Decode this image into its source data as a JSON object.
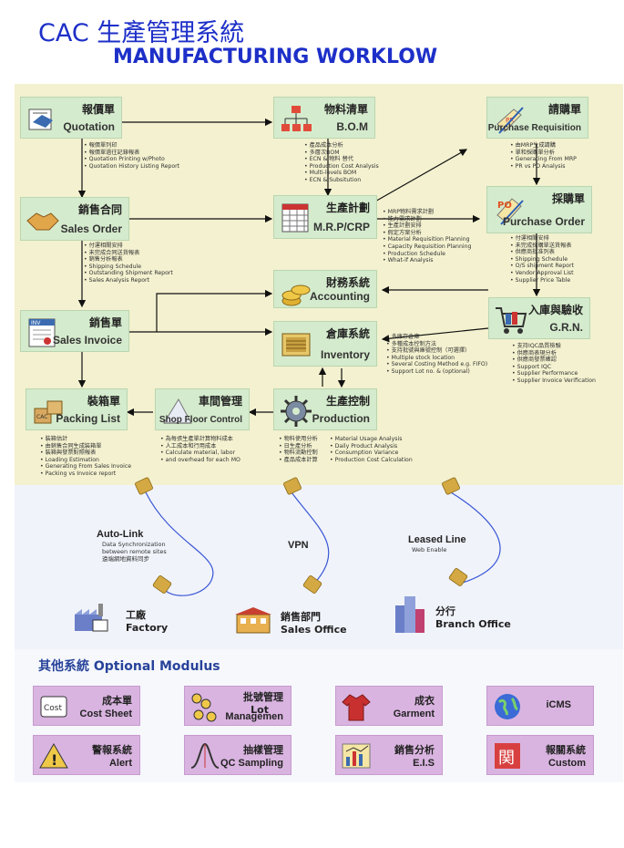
{
  "header": {
    "title_zh": "CAC 生產管理系統",
    "title_en": "MANUFACTURING WORKLOW"
  },
  "modules": {
    "quotation": {
      "zh": "報價單",
      "en": "Quotation",
      "notes": [
        "報價單列印",
        "報價單過往記錄報表",
        "Quotation Printing w/Photo",
        "Quotation History Listing Report"
      ]
    },
    "bom": {
      "zh": "物料清單",
      "en": "B.O.M",
      "notes": [
        "產品成本分析",
        "多層次BOM",
        "ECN & 物料 替代",
        "Production Cost Analysis",
        "Multi-levels BOM",
        "ECN & Subsitution"
      ]
    },
    "purchase_requisition": {
      "zh": "請購單",
      "en": "Purchase Requisition",
      "notes": [
        "由MRP生成請購",
        "單和採購單分析",
        "Generating From MRP",
        "PR vs PO Analysis"
      ]
    },
    "sales_order": {
      "zh": "銷售合同",
      "en": "Sales Order",
      "notes": [
        "付運相關安排",
        "未完成合同送貨報表",
        "銷售分析報表",
        "Shipping Schedule",
        "Outstanding Shipment Report",
        "Sales Analysis Report"
      ]
    },
    "mrp": {
      "zh": "生產計劃",
      "en": "M.R.P/CRP",
      "notes": [
        "MRP物料需求計劃",
        "能力需求計劃",
        "生產計劃安排",
        "假定方案分析",
        "Material Requisition Planning",
        "Capacity Requisition Planning",
        "Production Schedule",
        "What-if Analysis"
      ]
    },
    "purchase_order": {
      "zh": "採購單",
      "en": "Purchase Order",
      "notes": [
        "付運相關安排",
        "未完成採購單送貨報表",
        "供應商批准列表",
        "Shipping Schedule",
        "O/S shipment Report",
        "Vendor Approval List",
        "Supplier Price Table"
      ]
    },
    "accounting": {
      "zh": "財務系統",
      "en": "Accounting"
    },
    "sales_invoice": {
      "zh": "銷售單",
      "en": "Sales Invoice"
    },
    "inventory": {
      "zh": "倉庫系統",
      "en": "Inventory",
      "notes": [
        "多庫存倉庫",
        "多種成本控制方法",
        "支持批號與庫號控制（可選擇）",
        "Multiple stock location",
        "Several Costing Method e.g. FIFO)",
        "Support Lot no. & (optional)"
      ]
    },
    "grn": {
      "zh": "入庫與驗收",
      "en": "G.R.N.",
      "notes": [
        "支持IQC品質檢驗",
        "供應商表現分析",
        "供應商發票確認",
        "Support IQC",
        "Supplier Performance",
        "Supplier Invoice Verification"
      ]
    },
    "packing_list": {
      "zh": "裝箱單",
      "en": "Packing List",
      "notes": [
        "裝箱估計",
        "由銷售合同生成裝箱單",
        "裝箱與發票對照報表",
        "Loading Estimation",
        "Generating From Sales Invoice",
        "Packing vs Invoice report"
      ]
    },
    "shop_floor": {
      "zh": "車間管理",
      "en": "Shop Floor Control",
      "notes": [
        "為每張生產單計算物料成本",
        "人工成本和行用成本",
        "Calculate material, labor",
        "and overhead for each MO"
      ]
    },
    "production": {
      "zh": "生產控制",
      "en": "Production",
      "notes_zh": [
        "物料使用分析",
        "日生產分析",
        "物料流動控制",
        "產品成本計算"
      ],
      "notes_en": [
        "Material Usage Analysis",
        "Daily Product Analysis",
        "Consumption Variance",
        "Production Cost Calculation"
      ]
    }
  },
  "network": {
    "autolink": {
      "label": "Auto-Link",
      "notes": [
        "Data Synchronization",
        "between remote sites",
        "遠端網地資料同步"
      ]
    },
    "vpn": {
      "label": "VPN"
    },
    "leased": {
      "label": "Leased Line",
      "notes": [
        "Web Enable"
      ]
    },
    "factory": {
      "zh": "工廠",
      "en": "Factory"
    },
    "sales_office": {
      "zh": "銷售部門",
      "en": "Sales Office"
    },
    "branch": {
      "zh": "分行",
      "en": "Branch Office"
    }
  },
  "optional": {
    "title": "其他系統  Optional Modulus",
    "items": [
      {
        "zh": "成本單",
        "en": "Cost Sheet",
        "icon": "cost-icon"
      },
      {
        "zh": "批號管理",
        "zh2": "Lot",
        "en": "Managemen",
        "icon": "lot-icon"
      },
      {
        "zh": "成衣",
        "en": "Garment",
        "icon": "garment-icon"
      },
      {
        "zh": "",
        "en": "iCMS",
        "icon": "globe-icon"
      },
      {
        "zh": "警報系統",
        "en": "Alert",
        "icon": "alert-icon"
      },
      {
        "zh": "抽樣管理",
        "en": "QC Sampling",
        "icon": "qc-icon"
      },
      {
        "zh": "銷售分析",
        "en": "E.I.S",
        "icon": "chart-icon"
      },
      {
        "zh": "報關系統",
        "en": "Custom",
        "icon": "custom-icon"
      }
    ]
  },
  "colors": {
    "title": "#1d2fc8",
    "panel": "#f3f1cf",
    "module_box": "#d5ebcd",
    "optional_box": "#d9b4e0"
  }
}
